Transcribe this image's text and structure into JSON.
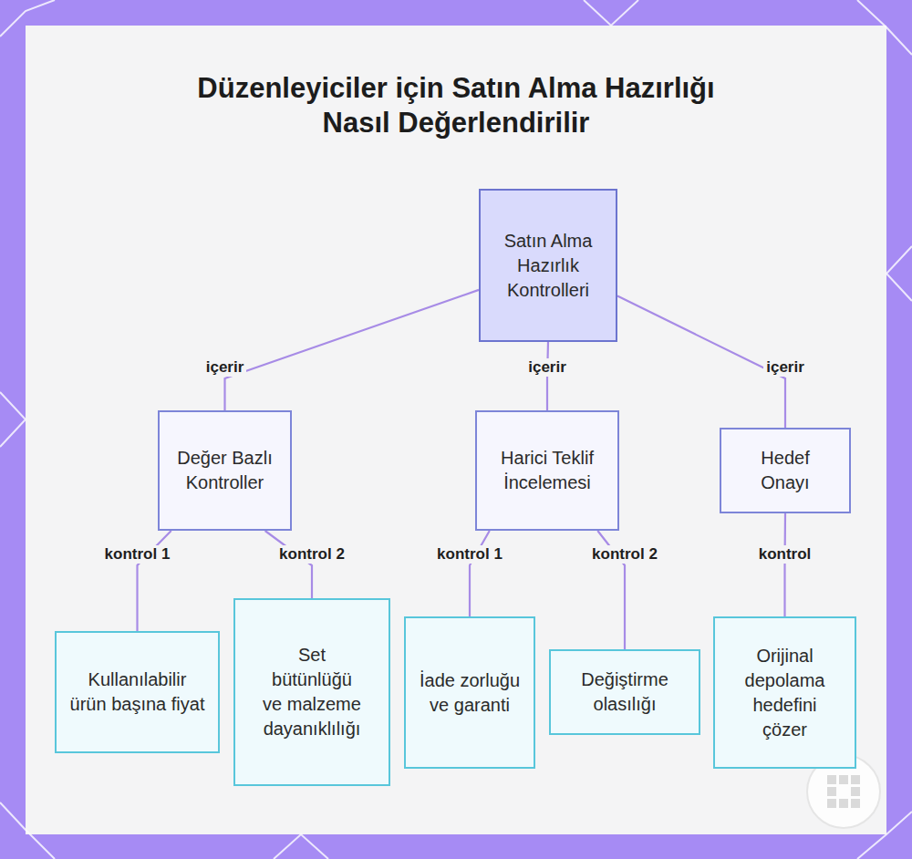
{
  "diagram": {
    "title": "Düzenleyiciler için Satın Alma Hazırlığı Nasıl Değerlendirilir",
    "nodes": [
      {
        "text": [
          "Satın Alma Hazırlık Kontrolleri"
        ]
      },
      {
        "text": [
          "Değer Bazlı Kontroller"
        ]
      },
      {
        "text": [
          "Harici Teklif İncelemesi"
        ]
      },
      {
        "text": [
          "Hedef Onayı"
        ]
      },
      {
        "text": [
          "Kullanılabilir ürün başına fiyat"
        ]
      },
      {
        "text": [
          "Set bütünlüğü ve malzeme dayanıklılığı"
        ]
      },
      {
        "text": [
          "İade zorluğu ve garanti"
        ]
      },
      {
        "text": [
          "Değiştirme olasılığı"
        ]
      },
      {
        "text": [
          "Orijinal depolama hedefini çözer"
        ]
      }
    ],
    "edges": [
      {
        "from": 0,
        "to": 1,
        "label": "içerir",
        "arrow": "none"
      },
      {
        "from": 0,
        "to": 2,
        "label": "içerir",
        "arrow": "none"
      },
      {
        "from": 0,
        "to": 3,
        "label": "içerir",
        "arrow": "none"
      },
      {
        "from": 1,
        "to": 4,
        "label": "kontrol 1",
        "arrow": "none"
      },
      {
        "from": 1,
        "to": 5,
        "label": "kontrol 2",
        "arrow": "none"
      },
      {
        "from": 2,
        "to": 6,
        "label": "kontrol 1",
        "arrow": "none"
      },
      {
        "from": 2,
        "to": 7,
        "label": "kontrol 2",
        "arrow": "none"
      },
      {
        "from": 3,
        "to": 8,
        "label": "kontrol",
        "arrow": "none"
      }
    ]
  }
}
